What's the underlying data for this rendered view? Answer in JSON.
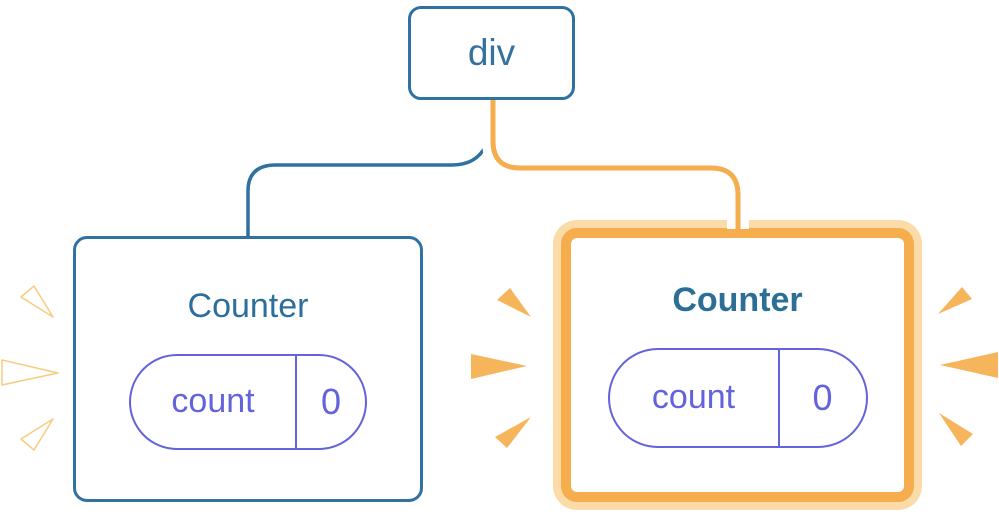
{
  "diagram": {
    "description": "React component tree: div root with two Counter children; second Counter re-rendering (highlighted)",
    "root_node": {
      "label": "div"
    },
    "counters": [
      {
        "title": "Counter",
        "state": {
          "key": "count",
          "value": "0"
        },
        "highlighted": false
      },
      {
        "title": "Counter",
        "state": {
          "key": "count",
          "value": "0"
        },
        "highlighted": true
      }
    ],
    "colors": {
      "tree_blue": "#2F71A1",
      "title_blue": "#2D6F9C",
      "state_purple": "#6363DB",
      "highlight_orange": "#F5AD4D",
      "highlight_orange_light": "#FBDBA7",
      "spark_orange": "#F6B45B",
      "spark_white_stroke": "#F8CC80"
    }
  }
}
